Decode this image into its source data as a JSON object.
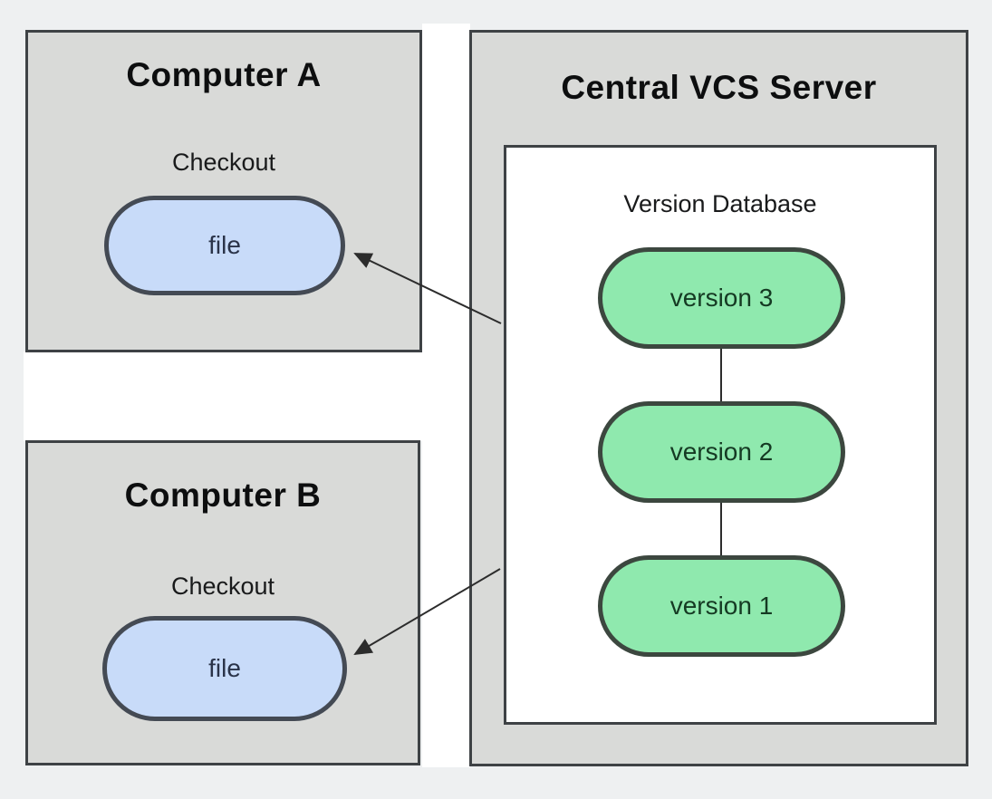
{
  "diagram": {
    "computer_a": {
      "title": "Computer A",
      "action_label": "Checkout",
      "file_label": "file"
    },
    "computer_b": {
      "title": "Computer B",
      "action_label": "Checkout",
      "file_label": "file"
    },
    "server": {
      "title": "Central VCS Server",
      "database_label": "Version Database",
      "versions": [
        {
          "label": "version 3"
        },
        {
          "label": "version 2"
        },
        {
          "label": "version 1"
        }
      ]
    },
    "colors": {
      "page_bg": "#eef0f1",
      "canvas_white": "#ffffff",
      "box_fill": "#d9dad8",
      "box_border": "#3e4245",
      "file_fill": "#c8dbf9",
      "file_border": "#444a54",
      "file_text": "#2a3349",
      "version_fill": "#8fe9ae",
      "version_border": "#3c473f",
      "version_text": "#153a23",
      "title_text": "#0d0e0f",
      "label_text": "#191a1b",
      "arrow_color": "#2c2c2c"
    }
  }
}
